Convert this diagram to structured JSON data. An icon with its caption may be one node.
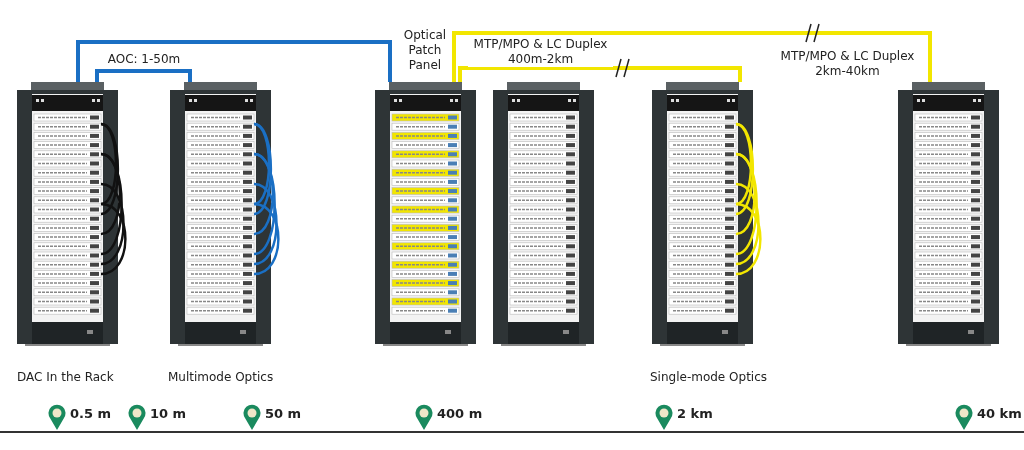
{
  "diagram": {
    "nodes": [
      {
        "text": [],
        "shape": "picture",
        "beside": [
          "DAC In the Rack"
        ]
      },
      {
        "text": [],
        "shape": "picture",
        "beside": [
          "Multimode Optics"
        ]
      },
      {
        "text": [],
        "shape": "picture",
        "beside": [
          "Optical Patch Panel"
        ]
      },
      {
        "text": [],
        "shape": "picture"
      },
      {
        "text": [],
        "shape": "picture",
        "beside": [
          "Single-mode Optics"
        ]
      },
      {
        "text": [],
        "shape": "picture"
      }
    ],
    "edges": [
      {
        "from": 0,
        "to": 2,
        "arrow": "none",
        "color": "#1a6fc4"
      },
      {
        "from": 0,
        "to": 1,
        "arrow": "none",
        "label": "AOC: 1-50m",
        "color": "#1a6fc4"
      },
      {
        "from": 2,
        "to": 4,
        "arrow": "none",
        "label": "MTP/MPO & LC Duplex 400m-2km",
        "color": "#f2e600"
      },
      {
        "from": 2,
        "to": 5,
        "arrow": "none",
        "label": "MTP/MPO & LC Duplex 2km-40km",
        "color": "#f2e600"
      }
    ],
    "labels": [
      "0.5 m",
      "10 m",
      "50 m",
      "400 m",
      "2 km",
      "40 km"
    ]
  }
}
